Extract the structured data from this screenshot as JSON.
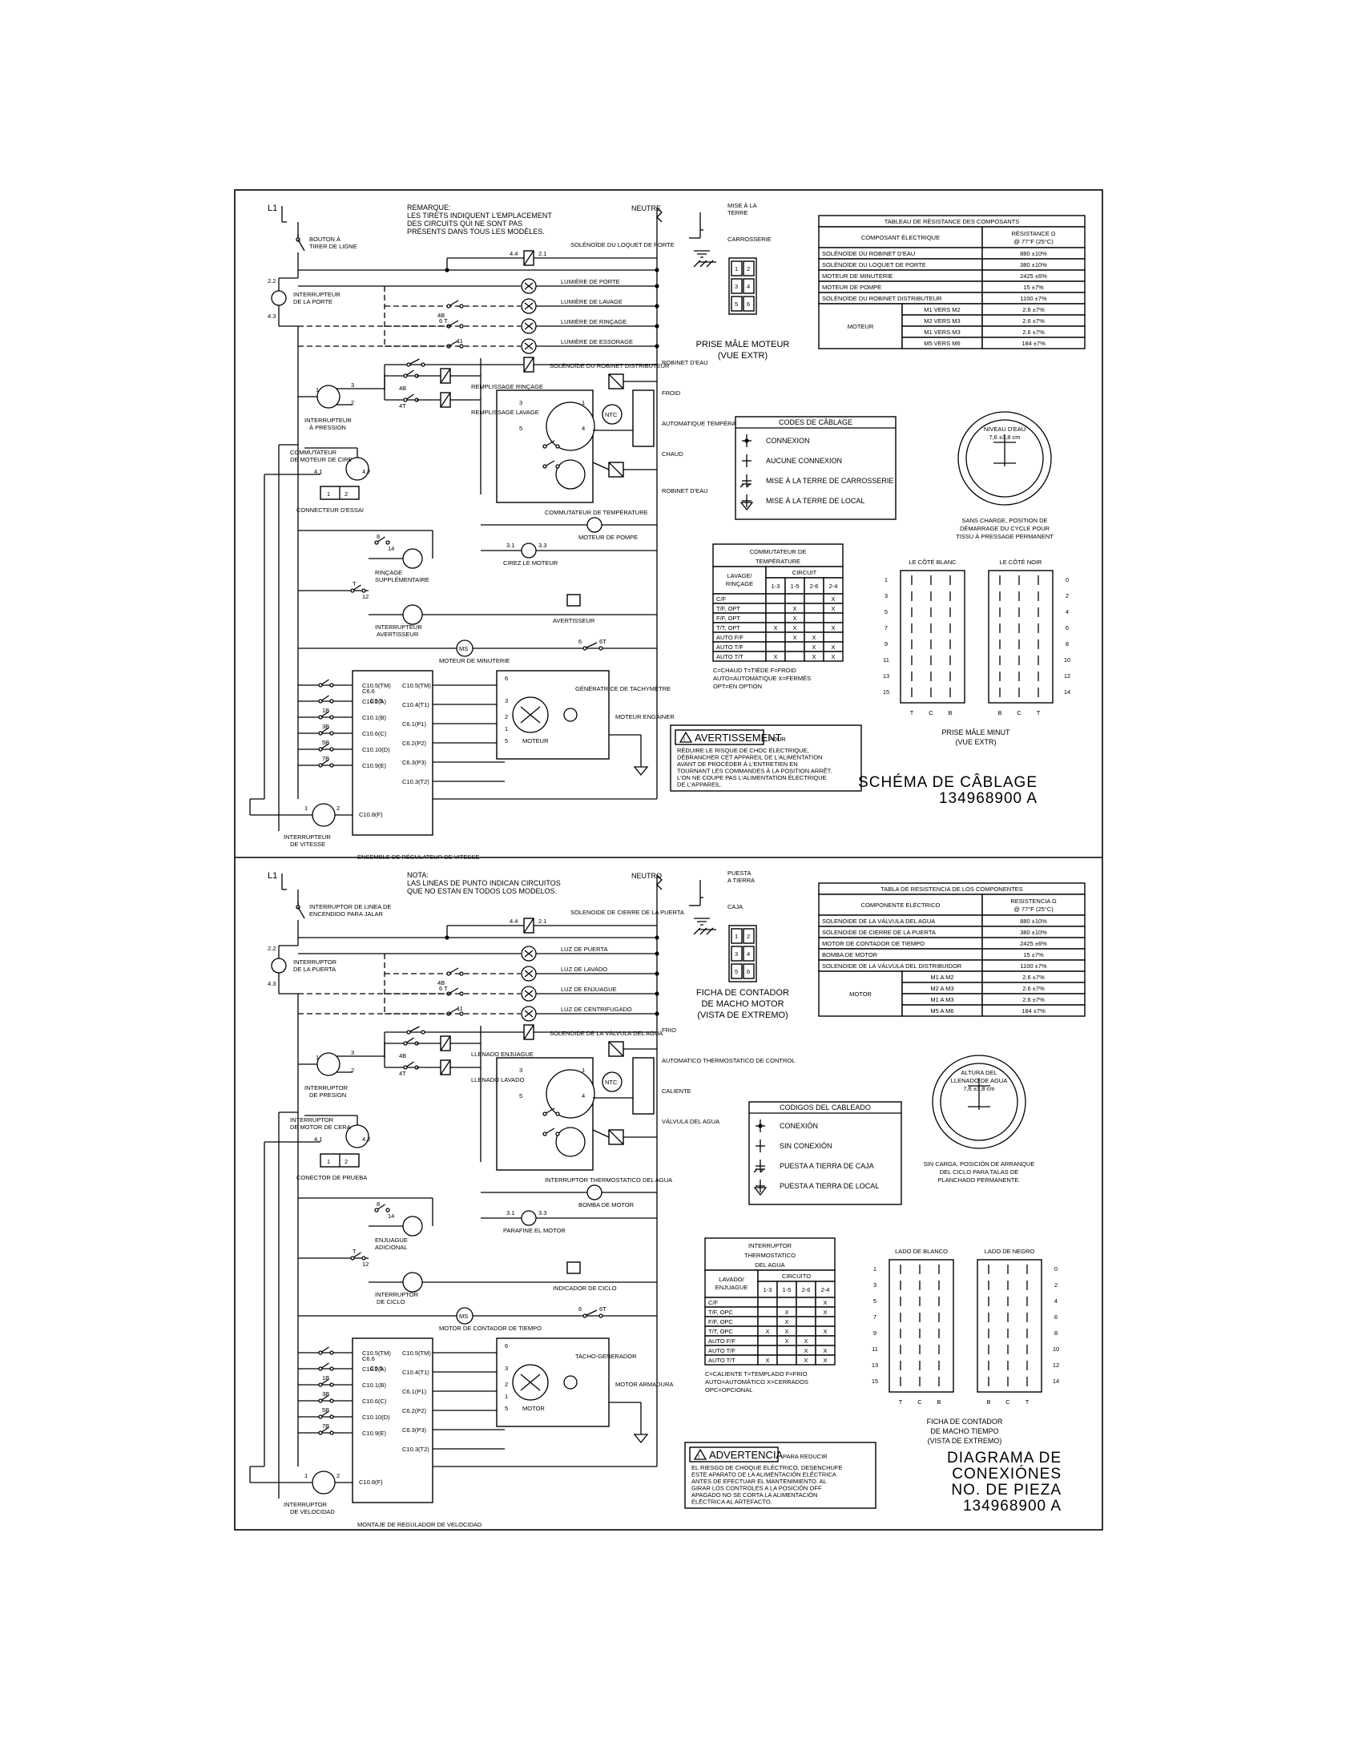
{
  "fr": {
    "notice": [
      "REMARQUE:",
      "LES TIRETS INDIQUENT L'EMPLACEMENT",
      "DES CIRCUITS QUI NE SONT PAS",
      "PRÉSENTS DANS TOUS LES MODÈLES."
    ],
    "line_label": "L1",
    "neutral_label": "NEUTRE",
    "ground_labels": [
      "MISE À LA",
      "TERRE",
      "CARROSSERIE"
    ],
    "left_labels": [
      "BOUTON À",
      "TIRER DE LIGNE",
      "INTERRUPTEUR",
      "DE LA PORTE",
      "INTERRUPTEUR",
      "À PRESSION",
      "COMMUTATEUR",
      "DE MOTEUR DE CIRE",
      "CONNECTEUR D'ESSAI",
      "RINÇAGE",
      "SUPPLÉMENTAIRE",
      "INTERRUPTEUR",
      "AVERTISSEUR",
      "INTERRUPTEUR",
      "DE VITESSE"
    ],
    "loads": [
      "SOLÉNOÏDE DU LOQUET DE PORTE",
      "LUMIÈRE DE PORTE",
      "LUMIÈRE DE LAVAGE",
      "LUMIÈRE DE RINÇAGE",
      "LUMIÈRE DE ESSORAGE",
      "SOLÉNOÏDE DU ROBINET DISTRIBUTEUR"
    ],
    "center_labels": [
      "REMPLISSAGE RINÇAGE",
      "REMPLISSAGE LAVAGE",
      "COMMUTATEUR DE TEMPÉRATURE",
      "MOTEUR DE POMPE",
      "CIREZ LE MOTEUR",
      "AVERTISSEUR",
      "MOTEUR DE MINUTERIE",
      "ENSEMBLE DE RÉGULATEUR DE VITESSE",
      "GÉNÉRATRICE DE TACHYMÈTRE",
      "MOTEUR",
      "MOTEUR ENGAINER"
    ],
    "right_labels": [
      "ROBINET D'EAU",
      "FROID",
      "AUTOMATIQUE TEMPÉRATURE DE CONTRÔLE",
      "CHAUD",
      "ROBINET D'EAU"
    ],
    "plug_caption": [
      "PRISE MÂLE MOTEUR",
      "(VUE EXTR)"
    ],
    "resistance_table": {
      "title": "TABLEAU DE RÉSISTANCE DES COMPOSANTS",
      "col1": "COMPOSANT ÉLECTRIQUE",
      "col2": [
        "RÉSISTANCE Ω",
        "@ 77°F (25°C)"
      ],
      "rows": [
        [
          "SOLÉNOÏDE DU ROBINET D'EAU",
          "880 ±10%"
        ],
        [
          "SOLÉNOÏDE DU LOQUET DE PORTE",
          "380 ±10%"
        ],
        [
          "MOTEUR DE MINUTERIE",
          "2425 ±6%"
        ],
        [
          "MOTEUR DE POMPE",
          "15 ±7%"
        ],
        [
          "SOLÉNOÏDE DU ROBINET DISTRIBUTEUR",
          "1100 ±7%"
        ]
      ],
      "motor_label": "MOTEUR",
      "motor_rows": [
        [
          "M1 VERS M2",
          "2.6 ±7%"
        ],
        [
          "M2 VERS M3",
          "2.6 ±7%"
        ],
        [
          "M1 VERS M3",
          "2.6 ±7%"
        ],
        [
          "M5 VERS M6",
          "184 ±7%"
        ]
      ]
    },
    "codes": {
      "title": "CODES DE CÂBLAGE",
      "items": [
        "CONNEXION",
        "AUCUNE CONNEXION",
        "MISE À LA TERRE DE CARROSSERIE",
        "MISE À LA TERRE DE LOCAL"
      ]
    },
    "water_level": {
      "inner": [
        "NIVEAU D'EAU",
        "7,6 ±3,8 cm"
      ],
      "caption": [
        "SANS CHARGE, POSITION DE",
        "DÉMARRAGE DU CYCLE POUR",
        "TISSU À PRESSAGE PERMANENT"
      ]
    },
    "temp_switch": {
      "title": [
        "COMMUTATEUR DE",
        "TEMPÉRATURE"
      ],
      "circuit": "CIRCUIT",
      "rowhdr": [
        "LAVAGE/",
        "RINÇAGE"
      ],
      "cols": [
        "1-3",
        "1-5",
        "2-6",
        "2-4"
      ],
      "rows": [
        [
          "C/F",
          "",
          "",
          "",
          "X"
        ],
        [
          "T/F, OPT",
          "",
          "X",
          "",
          "X"
        ],
        [
          "F/F, OPT",
          "",
          "X",
          "",
          ""
        ],
        [
          "T/T, OPT",
          "X",
          "X",
          "",
          "X"
        ],
        [
          "AUTO F/F",
          "",
          "X",
          "X",
          ""
        ],
        [
          "AUTO T/F",
          "",
          "",
          "X",
          "X"
        ],
        [
          "AUTO T/T",
          "X",
          "",
          "X",
          "X"
        ]
      ],
      "legend": [
        "C=CHAUD   T=TIÈDE   F=FROID",
        "AUTO=AUTOMATIQUE   X=FERMÉS",
        "OPT=EN OPTION"
      ]
    },
    "minut": {
      "white": "LE CÔTÉ BLANC",
      "black": "LE CÔTÉ NOIR",
      "left_nums": [
        "1",
        "3",
        "5",
        "7",
        "9",
        "11",
        "13",
        "15"
      ],
      "right_nums": [
        "0",
        "2",
        "4",
        "6",
        "8",
        "10",
        "12",
        "14"
      ],
      "bottom": [
        "T",
        "C",
        "B",
        "B",
        "C",
        "T"
      ],
      "caption": [
        "PRISE MÂLE MINUT",
        "(VUE EXTR)"
      ]
    },
    "warning": {
      "title": "AVERTISSEMENT",
      "suffix": "POUR",
      "lines": [
        "RÉDUIRE LE RISQUE DE CHOC ÉLECTRIQUE,",
        "DÉBRANCHER CET APPAREIL DE L'ALIMENTATION",
        "AVANT DE PROCÉDER À L'ENTRETIEN EN",
        "TOURNANT LES COMMANDES À LA POSITION ARRÊT.",
        "L'ON NE COUPE PAS L'ALIMENTATION ÉLECTRIQUE",
        "DE L'APPAREIL."
      ]
    },
    "title_block": [
      "SCHÉMA DE CÂBLAGE",
      "134968900 A"
    ]
  },
  "es": {
    "notice": [
      "NOTA:",
      "LAS LINEAS DE PUNTO INDICAN CIRCUITOS",
      "QUE NO ESTAN EN TODOS LOS MODELOS."
    ],
    "line_label": "L1",
    "neutral_label": "NEUTRO",
    "ground_labels": [
      "PUESTA",
      "A TIERRA",
      "CAJA"
    ],
    "left_labels": [
      "INTERRUPTOR DE LINEA DE",
      "ENCENDIDO PARA JALAR",
      "INTERRUPTOR",
      "DE LA PUERTA",
      "INTERRUPTOR",
      "DE PRESION",
      "INTERRUPTOR",
      "DE MOTOR DE CERA",
      "CONECTOR DE PRUEBA",
      "ENJUAGUE",
      "ADICIONAL",
      "INTERRUPTOR",
      "DE CICLO",
      "INTERRUPTOR",
      "DE VELOCIDAD"
    ],
    "loads": [
      "SOLENOIDE DE CIERRE DE LA PUERTA",
      "LUZ DE PUERTA",
      "LUZ DE LAVADO",
      "LUZ DE ENJUAGUE",
      "LUZ DE CENTRIFUGADO",
      "SOLENOIDE DE LA VÁLVULA DEL AGUA"
    ],
    "center_labels": [
      "LLENADO ENJUAGUE",
      "LLENADO LAVADO",
      "INTERRUPTOR THERMOSTATICO DEL AGUA",
      "BOMBA DE MOTOR",
      "PARAFINE EL MOTOR",
      "INDICADOR DE CICLO",
      "MOTOR DE CONTADOR DE TIEMPO",
      "MONTAJE DE REGULADOR DE VELOCIDAD",
      "TACHO-GENERADOR",
      "MOTOR",
      "MOTOR ARMADURA"
    ],
    "right_labels": [
      "FRIO",
      "AUTOMATICO THERMOSTATICO DE CONTROL",
      "CALIENTE",
      "VÁLVULA DEL AGUA"
    ],
    "plug_caption": [
      "FICHA DE CONTADOR",
      "DE MACHO MOTOR",
      "(VISTA DE EXTREMO)"
    ],
    "resistance_table": {
      "title": "TABLA DE RESISTENCIA DE LOS COMPONENTES",
      "col1": "COMPONENTE ELÉCTRICO",
      "col2": [
        "RESISTENCIA Ω",
        "@ 77°F (25°C)"
      ],
      "rows": [
        [
          "SOLENOIDE DE LA VÁLVULA DEL AGUA",
          "880 ±10%"
        ],
        [
          "SOLENOIDE DE CIERRE DE LA PUERTA",
          "380 ±10%"
        ],
        [
          "MOTOR DE CONTADOR DE TIEMPO",
          "2425 ±6%"
        ],
        [
          "BOMBA DE MOTOR",
          "15 ±7%"
        ],
        [
          "SOLENOIDE DE LA VÁLVULA DEL DISTRIBUIDOR",
          "1100 ±7%"
        ]
      ],
      "motor_label": "MOTOR",
      "motor_rows": [
        [
          "M1 A M2",
          "2.6 ±7%"
        ],
        [
          "M2 A M3",
          "2.6 ±7%"
        ],
        [
          "M1 A M3",
          "2.6 ±7%"
        ],
        [
          "M5 A M6",
          "184 ±7%"
        ]
      ]
    },
    "codes": {
      "title": "CODIGOS DEL CABLEADO",
      "items": [
        "CONEXIÓN",
        "SIN CONEXIÓN",
        "PUESTA A TIERRA DE CAJA",
        "PUESTA A TIERRA DE LOCAL"
      ]
    },
    "water_level": {
      "inner": [
        "ALTURA DEL",
        "LLENADO DE AGUA",
        "7,6 ±3,8 cm"
      ],
      "caption": [
        "SIN CARGA, POSICIÓN DE ARRANQUE",
        "DEL CICLO PARA TALAS DE",
        "PLANCHADO PERMANENTE."
      ]
    },
    "temp_switch": {
      "title": [
        "INTERRUPTOR",
        "THERMOSTATICO",
        "DEL AGUA"
      ],
      "circuit": "CIRCUITO",
      "rowhdr": [
        "LAVADO/",
        "ENJUAGUE"
      ],
      "cols": [
        "1-3",
        "1-5",
        "2-6",
        "2-4"
      ],
      "rows": [
        [
          "C/F",
          "",
          "",
          "",
          "X"
        ],
        [
          "T/F, OPC",
          "",
          "X",
          "",
          "X"
        ],
        [
          "F/F, OPC",
          "",
          "X",
          "",
          ""
        ],
        [
          "T/T, OPC",
          "X",
          "X",
          "",
          "X"
        ],
        [
          "AUTO F/F",
          "",
          "X",
          "X",
          ""
        ],
        [
          "AUTO T/F",
          "",
          "",
          "X",
          "X"
        ],
        [
          "AUTO T/T",
          "X",
          "",
          "X",
          "X"
        ]
      ],
      "legend": [
        "C=CALIENTE   T=TEMPLADO   F=FRIO",
        "AUTO=AUTOMÁTICO   X=CERRADOS",
        "OPC=OPCIONAL"
      ]
    },
    "minut": {
      "white": "LADO DE BLANCO",
      "black": "LADO DE NEGRO",
      "left_nums": [
        "1",
        "3",
        "5",
        "7",
        "9",
        "11",
        "13",
        "15"
      ],
      "right_nums": [
        "0",
        "2",
        "4",
        "6",
        "8",
        "10",
        "12",
        "14"
      ],
      "bottom": [
        "T",
        "C",
        "B",
        "B",
        "C",
        "T"
      ],
      "caption": [
        "FICHA DE CONTADOR",
        "DE MACHO TIEMPO",
        "(VISTA DE EXTREMO)"
      ]
    },
    "warning": {
      "title": "ADVERTENCIA",
      "suffix": "PARA REDUCIR",
      "lines": [
        "EL RIESGO DE CHOQUE ELÉCTRICO, DESENCHUFE",
        "ESTE APARATO DE LA ALIMENTACIÓN ELÉCTRICA",
        "ANTES DE EFECTUAR EL MANTENIMIENTO. AL",
        "GIRAR LOS CONTROLES A LA POSICIÓN OFF",
        "APAGADO NO SE CORTA LA ALIMENTACIÓN",
        "ELÉCTRICA AL ARTEFACTO."
      ]
    },
    "title_block": [
      "DIAGRAMA DE",
      "CONEXIÓNES",
      "NO. DE PIEZA",
      "134968900 A"
    ]
  }
}
